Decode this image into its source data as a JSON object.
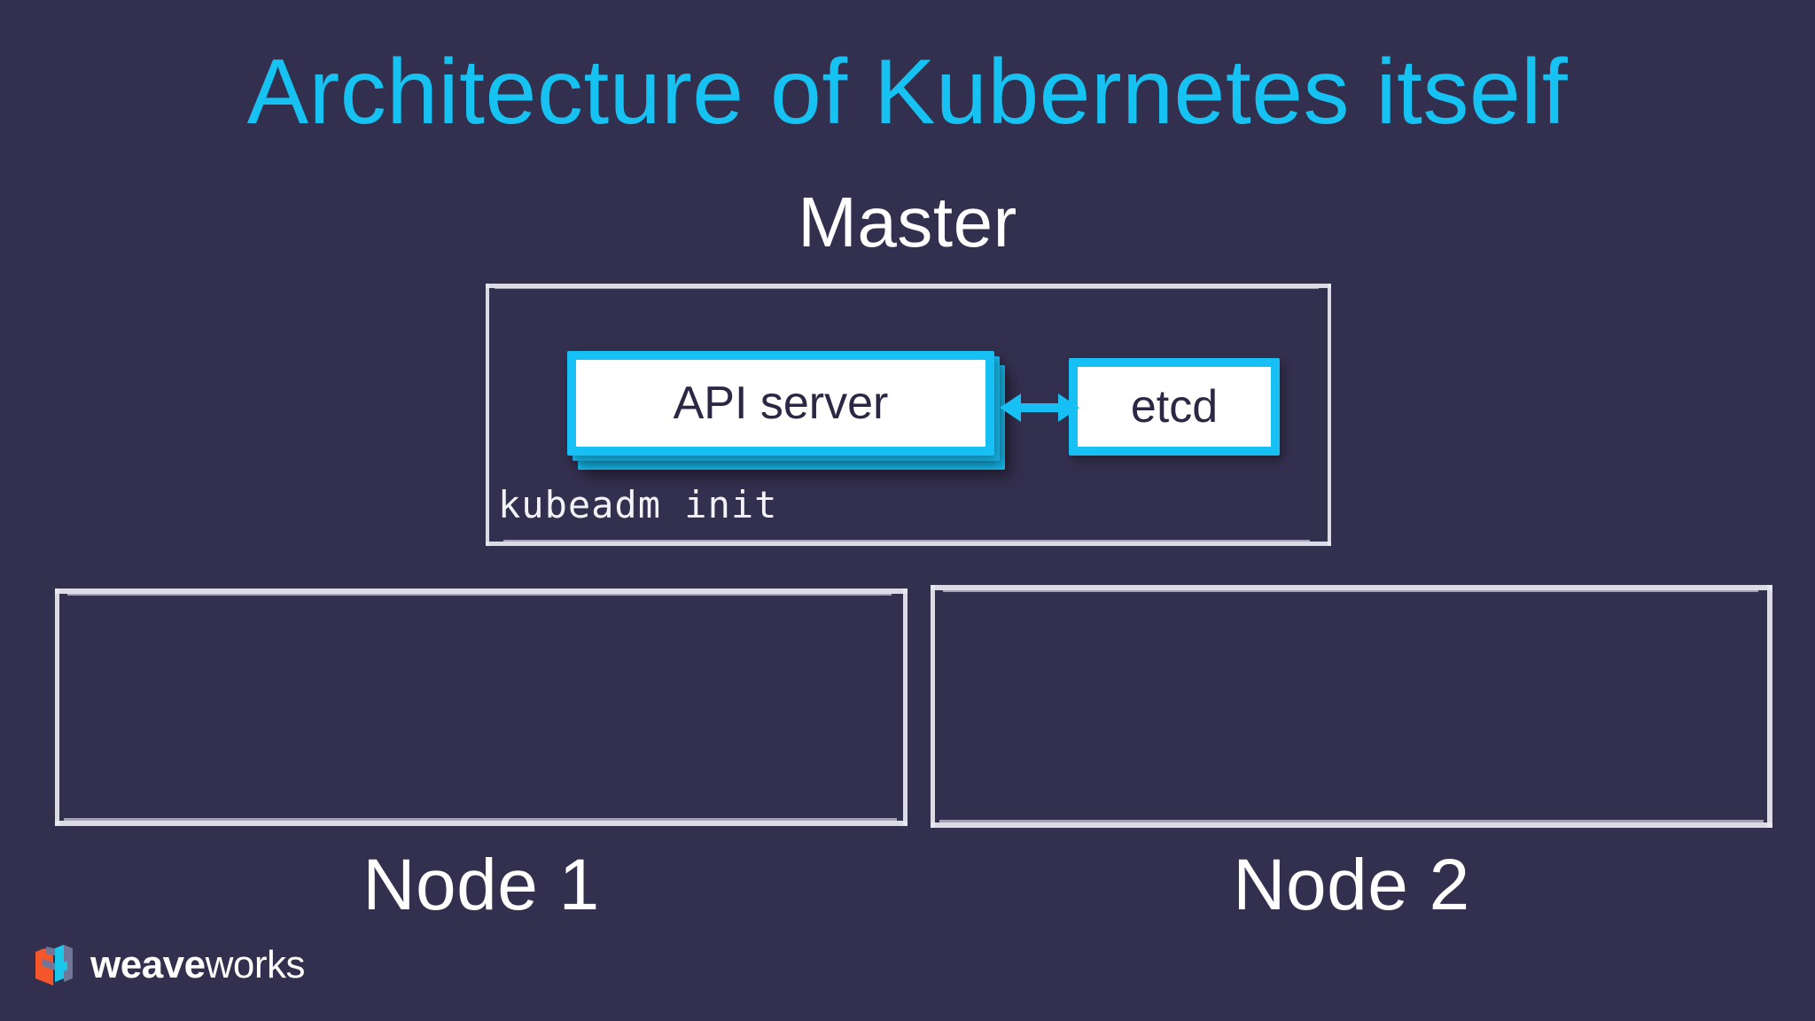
{
  "slide": {
    "title": "Architecture of Kubernetes itself",
    "background_color": "#332f4e",
    "title_color": "#16c2f2",
    "accent_color": "#16c0f5",
    "chalk_color": "#e9e9f2"
  },
  "master": {
    "label": "Master",
    "command": "kubeadm init",
    "components": [
      {
        "name": "api-server",
        "label": "API server",
        "stacked": true
      },
      {
        "name": "etcd",
        "label": "etcd",
        "stacked": false
      }
    ],
    "connection": {
      "from": "API server",
      "to": "etcd",
      "direction": "bidirectional",
      "color": "#16c0f5"
    }
  },
  "nodes": [
    {
      "label": "Node 1",
      "contents": []
    },
    {
      "label": "Node 2",
      "contents": []
    }
  ],
  "branding": {
    "wordmark_bold": "weave",
    "wordmark_light": "works",
    "mark_colors": [
      "#f2562a",
      "#6f7697",
      "#19c8ea"
    ]
  }
}
